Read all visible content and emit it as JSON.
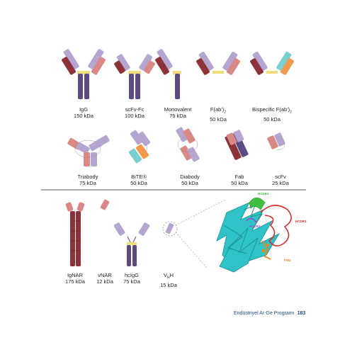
{
  "colors": {
    "heavy_dark": "#8d3239",
    "heavy_light": "#d98886",
    "light_purple": "#b5a5d1",
    "dark_purple": "#5e4a83",
    "hinge": "#f1de7a",
    "teal": "#7ccfd0",
    "orange": "#f29a4b",
    "structure_teal": "#2fc2c6",
    "hcdr1": "#3fbf3f",
    "hcdr2": "#8a5cc6",
    "hcdr3": "#d62f2f",
    "fw2": "#e8861e",
    "divider": "#777777",
    "footer_text": "#1a4b8c"
  },
  "row1": [
    {
      "name": "IgG",
      "size": "150 kDa"
    },
    {
      "name": "scFv-Fc",
      "size": "100 kDa"
    },
    {
      "name": "Monovalent",
      "size": "75 kDa"
    },
    {
      "name_main": "F(ab')",
      "name_sub": "2",
      "size": "50 kDa"
    },
    {
      "name_main": "Bispecific F(ab')",
      "name_sub": "2",
      "size": "50 kDa"
    }
  ],
  "row2": [
    {
      "name": "Triabody",
      "size": "75 kDa"
    },
    {
      "name": "BiTE®",
      "size": "50 kDa"
    },
    {
      "name": "Diabody",
      "size": "50 kDa"
    },
    {
      "name": "Fab",
      "size": "50 kDa"
    },
    {
      "name": "scFv",
      "size": "25 kDa"
    }
  ],
  "row3": [
    {
      "name": "IgNAR",
      "size": "175 kDa"
    },
    {
      "name": "vNAR",
      "size": "12 kDa"
    },
    {
      "name": "hcIgG",
      "size": "75 kDa"
    },
    {
      "name_main": "V",
      "name_sub": "H",
      "name_end": "H",
      "size": "15 kDa"
    }
  ],
  "structure_labels": {
    "hcdr1": "HCDR1",
    "hcdr2": "HCDR2",
    "hcdr3": "HCDR3",
    "fw2": "FW2"
  },
  "footer": {
    "text": "Endüstriyel Ar-Ge Programı",
    "page": "183"
  }
}
